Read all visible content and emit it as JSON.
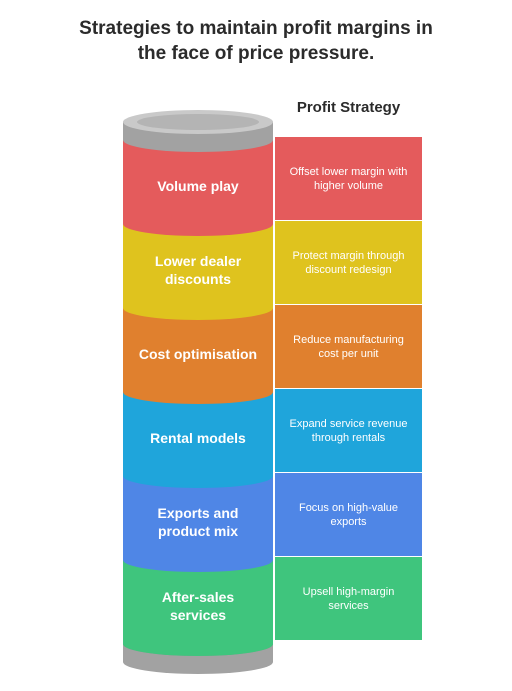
{
  "title_line1": "Strategies to maintain profit margins in",
  "title_line2": "the face of price pressure.",
  "header": "Profit Strategy",
  "strategies": [
    {
      "label": "Volume play",
      "description": "Offset lower margin with higher volume",
      "color": "#E45B5C"
    },
    {
      "label": "Lower dealer discounts",
      "description": "Protect margin through discount redesign",
      "color": "#DFC31E"
    },
    {
      "label": "Cost optimisation",
      "description": "Reduce manufacturing cost per unit",
      "color": "#E0802E"
    },
    {
      "label": "Rental models",
      "description": "Expand service revenue through rentals",
      "color": "#1FA5DB"
    },
    {
      "label": "Exports and product mix",
      "description": "Focus on high-value exports",
      "color": "#4F86E6"
    },
    {
      "label": "After-sales services",
      "description": "Upsell high-margin services",
      "color": "#3FC57D"
    }
  ]
}
